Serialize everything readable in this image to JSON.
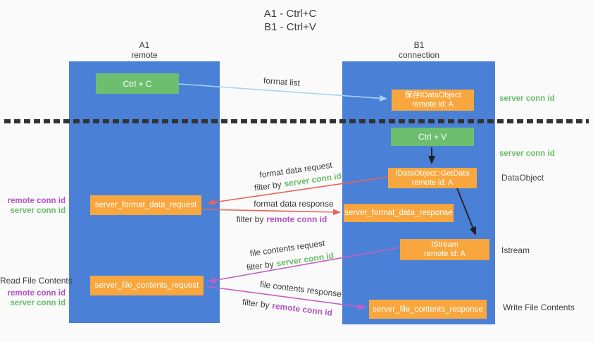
{
  "colors": {
    "background": "#fafafa",
    "lane_blue": "#4a81d7",
    "box_green": "#6dbe6f",
    "box_orange": "#f8a73e",
    "text_dark": "#3c3c3c",
    "green_label": "#68bd68",
    "purple_label": "#b152c2",
    "arrow_blue": "#a9d3f2",
    "arrow_red": "#e9635a",
    "arrow_purple": "#c55fc1",
    "arrow_black": "#1f1f1f",
    "divider": "#333333"
  },
  "title": {
    "line1": "A1 - Ctrl+C",
    "line2": "B1 - Ctrl+V"
  },
  "lanes": {
    "left": {
      "name": "A1",
      "role": "remote"
    },
    "right": {
      "name": "B1",
      "role": "connection"
    }
  },
  "nodes": {
    "ctrl_c": {
      "label": "Ctrl + C"
    },
    "save_idataobject": {
      "line1": "保存IDataObject",
      "line2": "remote id: A"
    },
    "ctrl_v": {
      "label": "Ctrl + V"
    },
    "getdata": {
      "line1": "IDataObject::GetData",
      "line2": "remote id: A"
    },
    "server_format_data_request": {
      "label": "server_format_data_request"
    },
    "server_format_data_response": {
      "label": "server_format_data_response"
    },
    "istream": {
      "line1": "IStream",
      "line2": "remote id: A"
    },
    "server_file_contents_request": {
      "label": "server_file_contents_request"
    },
    "server_file_contents_response": {
      "label": "server_file_contents_response"
    }
  },
  "edge_labels": {
    "format_list": "format list",
    "format_data_request": "format data request",
    "format_data_response": "format data response",
    "file_contents_request": "file contents request",
    "file_contents_response": "file contents response",
    "filter_by": "filter by"
  },
  "terms": {
    "server_conn_id": "server conn id",
    "remote_conn_id": "remote conn id"
  },
  "side_labels": {
    "read_file_contents": "Read File Contents",
    "write_file_contents": "Write File Contents",
    "dataobject": "DataObject",
    "istream": "Istream"
  }
}
